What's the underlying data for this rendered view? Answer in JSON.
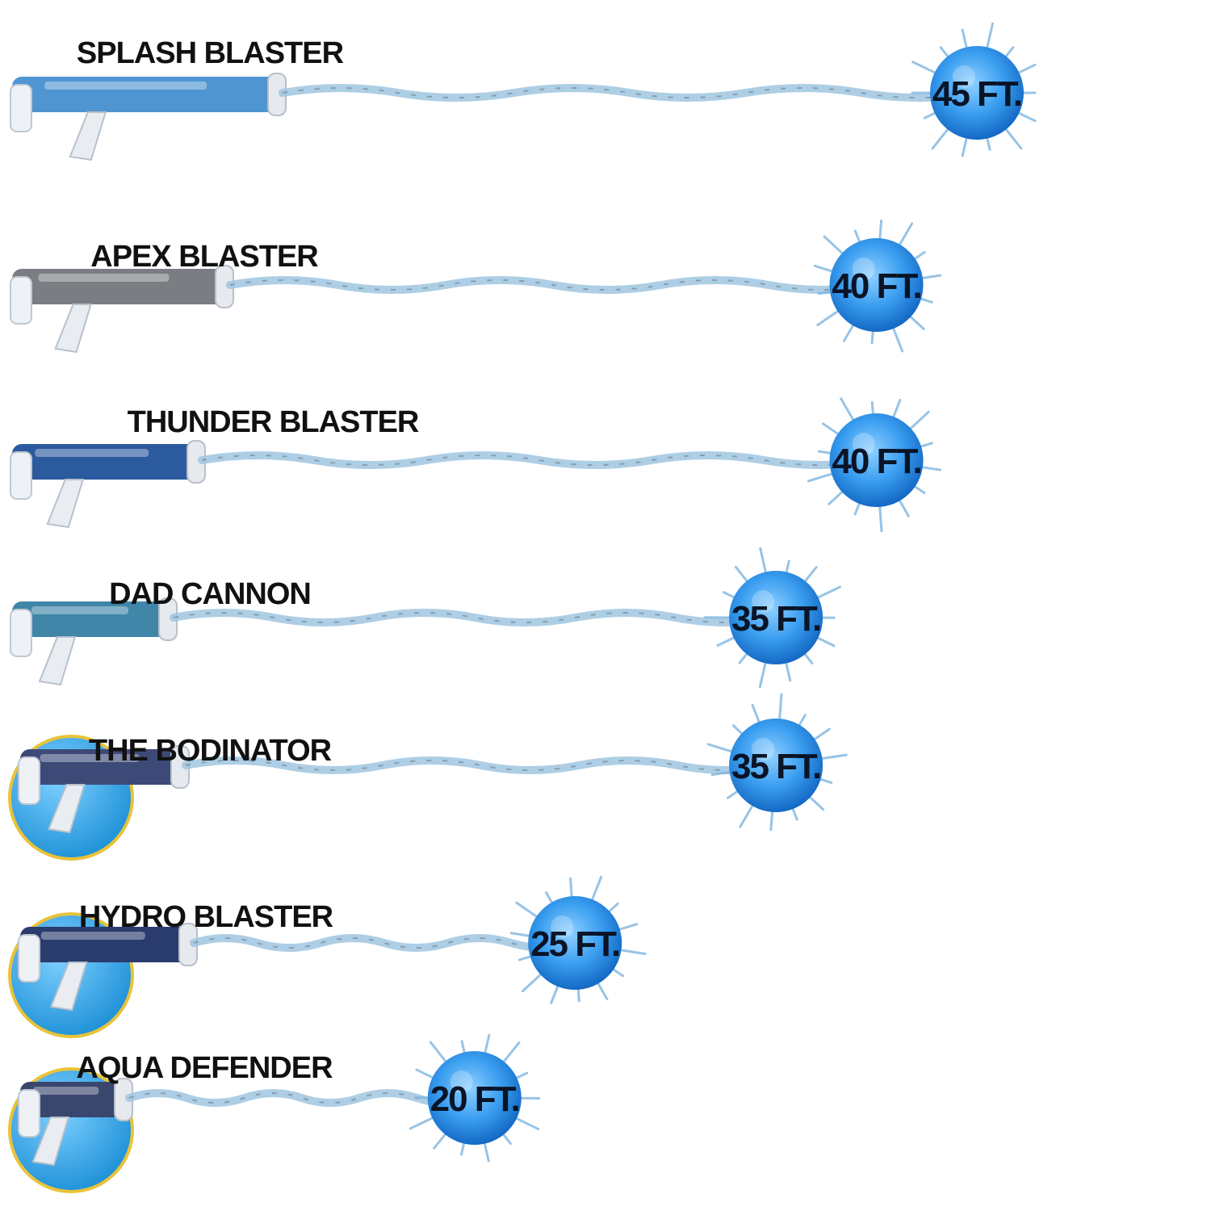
{
  "chart_data": {
    "type": "bar",
    "orientation": "horizontal",
    "unit": "FT.",
    "categories": [
      "SPLASH BLASTER",
      "APEX BLASTER",
      "THUNDER BLASTER",
      "DAD CANNON",
      "THE BODINATOR",
      "HYDRO BLASTER",
      "AQUA DEFENDER"
    ],
    "values": [
      45,
      40,
      40,
      35,
      35,
      25,
      20
    ],
    "value_labels": [
      "45 FT.",
      "40 FT.",
      "40 FT.",
      "35 FT.",
      "35 FT.",
      "25 FT.",
      "20 FT."
    ],
    "title": "",
    "xlabel": "",
    "ylabel": "",
    "grid": false,
    "legend": "none"
  },
  "blasters": [
    {
      "name": "SPLASH BLASTER",
      "icon": "splash-blaster-image",
      "body_color": "#4f95d1",
      "badge": false
    },
    {
      "name": "APEX BLASTER",
      "icon": "apex-blaster-image",
      "body_color": "#7a7d82",
      "badge": false
    },
    {
      "name": "THUNDER BLASTER",
      "icon": "thunder-blaster-image",
      "body_color": "#2b5a9e",
      "badge": false
    },
    {
      "name": "DAD CANNON",
      "icon": "dad-cannon-image",
      "body_color": "#3f86a8",
      "badge": false
    },
    {
      "name": "THE BODINATOR",
      "icon": "bodinator-image",
      "body_color": "#3d4a78",
      "badge": true
    },
    {
      "name": "HYDRO BLASTER",
      "icon": "hydro-blaster-image",
      "body_color": "#2a3c6e",
      "badge": true
    },
    {
      "name": "AQUA DEFENDER",
      "icon": "aqua-defender-image",
      "body_color": "#39466e",
      "badge": true
    }
  ],
  "colors": {
    "stream": "#9fc6e0",
    "droplet_outer": "#1f78d1",
    "droplet_inner": "#5cb3f3",
    "badge": "#2b9fe0",
    "badge_ring": "#e8c33a",
    "label": "#111111",
    "value_label": "#0a1426"
  }
}
